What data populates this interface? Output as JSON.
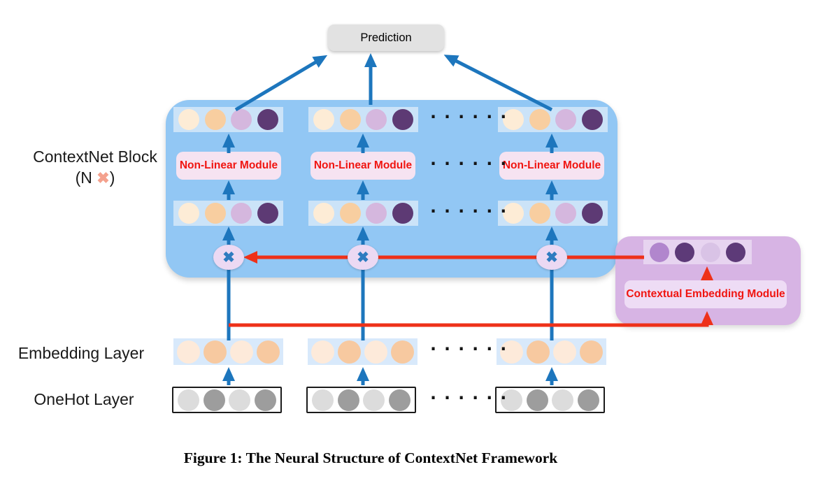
{
  "caption": "Figure 1: The Neural Structure of ContextNet Framework",
  "prediction": {
    "label": "Prediction"
  },
  "contextnet_block": {
    "title": "ContextNet Block",
    "repeat_prefix": "(N",
    "repeat_times_icon": "✖",
    "repeat_suffix": ")",
    "nonlinear_label": "Non-Linear Module",
    "multiply_glyph": "✖",
    "columns": 3,
    "vector_colors": [
      "#fdecd6",
      "#f8cea0",
      "#d5b7de",
      "#5d3a74"
    ]
  },
  "contextual_module": {
    "label": "Contextual Embedding Module",
    "vector_colors": [
      "#b186cd",
      "#5d3a78",
      "#d9c3e6",
      "#5d3a78"
    ]
  },
  "embedding_layer": {
    "label": "Embedding Layer",
    "vector_colors": [
      "#fdeada",
      "#f7c9a0",
      "#fdeada",
      "#f7c9a0"
    ]
  },
  "onehot_layer": {
    "label": "OneHot Layer",
    "vector_colors": [
      "#dcdcdc",
      "#9d9d9d",
      "#dcdcdc",
      "#9d9d9d"
    ]
  },
  "ellipsis": "......",
  "colors": {
    "block_bg": "#92c7f4",
    "strip_bg": "#cbe3f8",
    "emb_strip_bg": "#d8e9fb",
    "nlm_bg": "#f6e3f1",
    "multiply_bg": "#ecd9f3",
    "module_bg": "#d7b4e4",
    "module_strip_bg": "#e7d4f0",
    "module_box_bg": "#eedcf5",
    "prediction_bg": "#e2e2e2",
    "arrow_blue": "#1d76bd",
    "arrow_red": "#ee3119",
    "red_text": "#f01511",
    "times_salmon": "#f4a18d",
    "multiply_x": "#2e7cc0"
  }
}
